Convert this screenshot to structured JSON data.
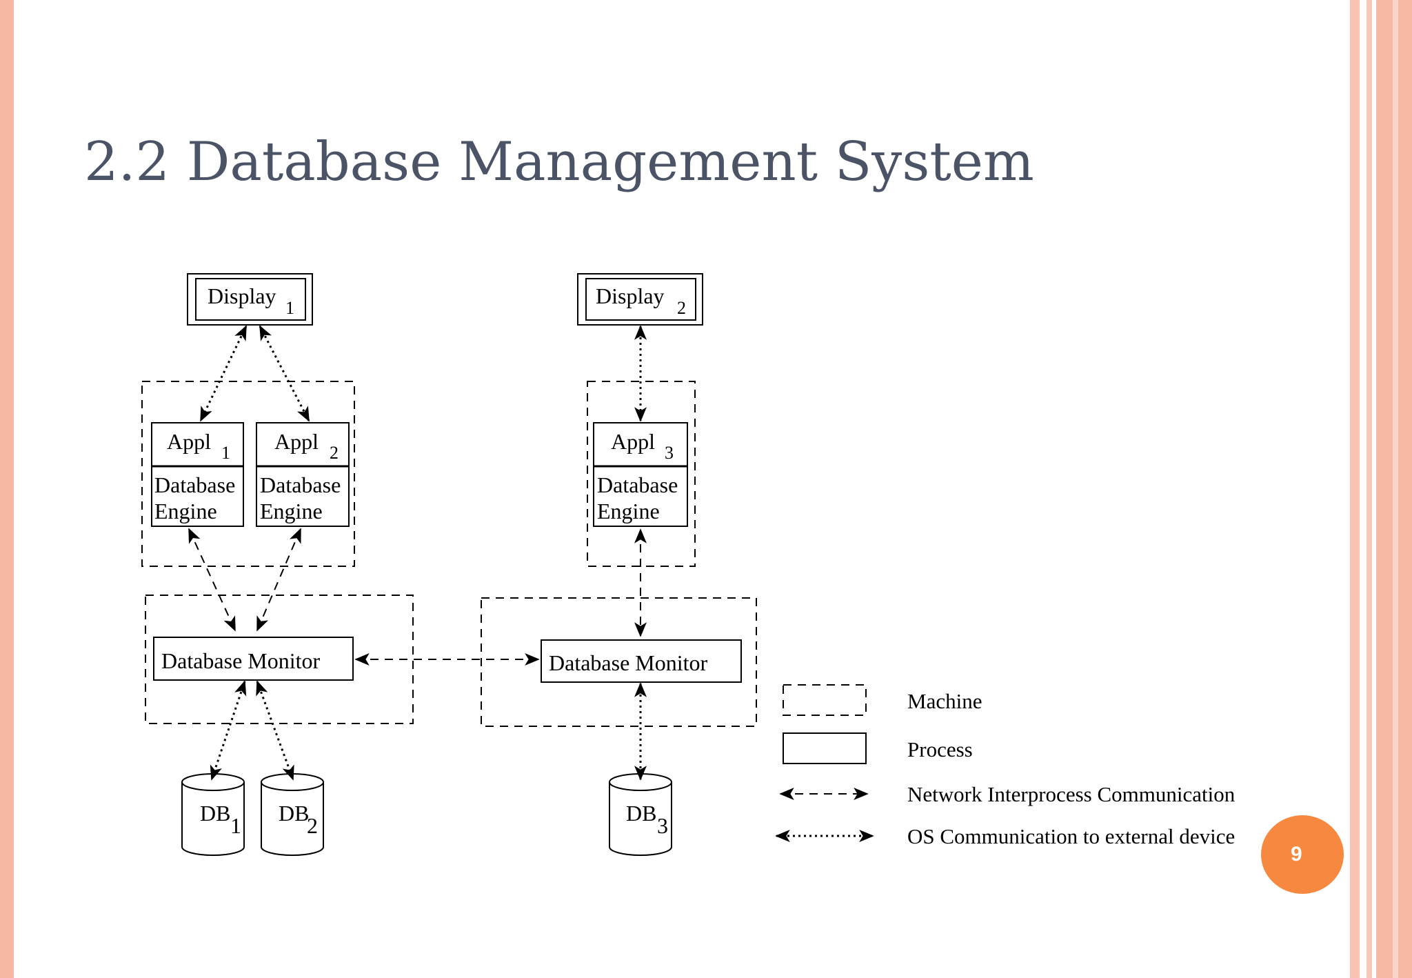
{
  "slide": {
    "title": "2.2 Database Management System",
    "page_number": "9",
    "colors": {
      "title": "#4a5466",
      "accent": "#f6893f",
      "edge": "#f6b8a5"
    }
  },
  "diagram": {
    "displays": [
      {
        "label": "Display",
        "sub": "1"
      },
      {
        "label": "Display",
        "sub": "2"
      }
    ],
    "apps": [
      {
        "label": "Appl",
        "sub": "1",
        "engine_line1": "Database",
        "engine_line2": "Engine"
      },
      {
        "label": "Appl",
        "sub": "2",
        "engine_line1": "Database",
        "engine_line2": "Engine"
      },
      {
        "label": "Appl",
        "sub": "3",
        "engine_line1": "Database",
        "engine_line2": "Engine"
      }
    ],
    "monitors": [
      {
        "label": "Database Monitor"
      },
      {
        "label": "Database Monitor"
      }
    ],
    "databases": [
      {
        "label": "DB",
        "sub": "1"
      },
      {
        "label": "DB",
        "sub": "2"
      },
      {
        "label": "DB",
        "sub": "3"
      }
    ],
    "legend": [
      {
        "symbol": "dashed-box",
        "label": "Machine"
      },
      {
        "symbol": "solid-box",
        "label": "Process"
      },
      {
        "symbol": "dashed-arrow",
        "label": "Network Interprocess Communication"
      },
      {
        "symbol": "dotted-arrow",
        "label": "OS Communication to external device"
      }
    ]
  }
}
